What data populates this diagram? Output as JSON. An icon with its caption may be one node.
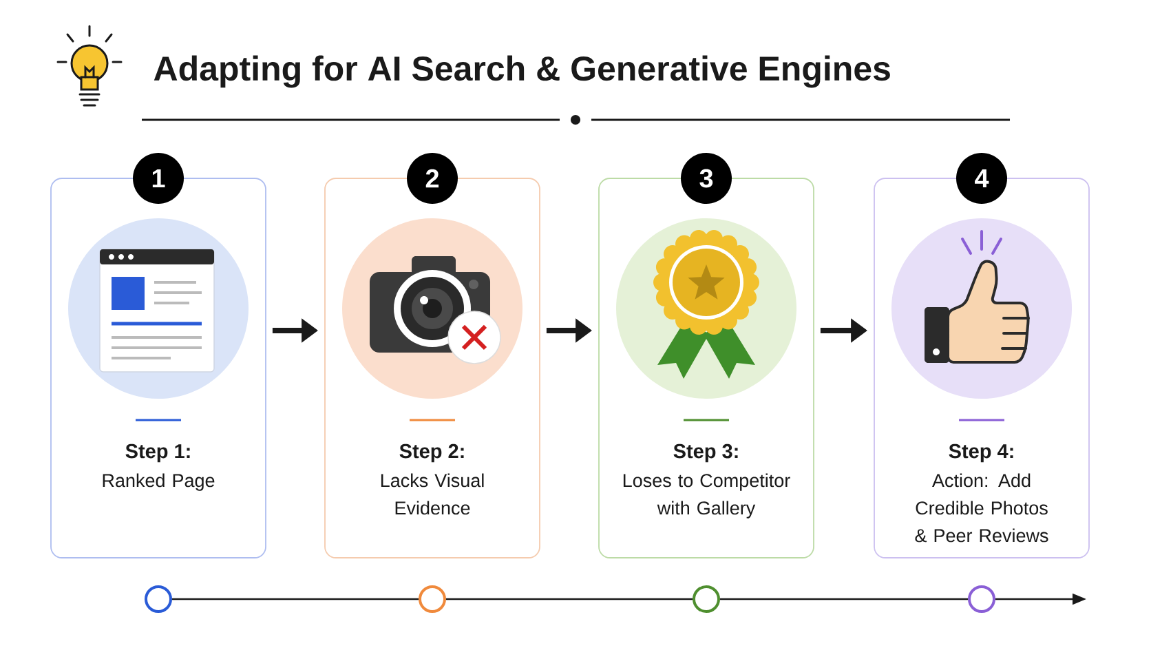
{
  "diagram": {
    "title": "Adapting for AI Search & Generative Engines",
    "nodes": [
      {
        "text": [
          "Step 1:",
          "Ranked Page"
        ]
      },
      {
        "text": [
          "Step 2:",
          "Lacks Visual Evidence"
        ]
      },
      {
        "text": [
          "Step 3:",
          "Loses to Competitor with Gallery"
        ]
      },
      {
        "text": [
          "Step 4:",
          "Action: Add Credible Photos & Peer Reviews"
        ]
      },
      {
        "text": [
          "1"
        ]
      },
      {
        "text": [
          "2"
        ]
      },
      {
        "text": [
          "3"
        ]
      },
      {
        "text": [
          "4"
        ]
      },
      {
        "text": [],
        "shape": "circle"
      },
      {
        "text": [],
        "shape": "circle"
      },
      {
        "text": [],
        "shape": "circle"
      },
      {
        "text": [],
        "shape": "circle"
      }
    ],
    "edges": [
      {
        "from": 0,
        "to": 1,
        "arrow": "to",
        "style": "thick"
      },
      {
        "from": 1,
        "to": 2,
        "arrow": "to",
        "style": "thick"
      },
      {
        "from": 2,
        "to": 3,
        "arrow": "to",
        "style": "thick"
      },
      {
        "from": 8,
        "to": 9,
        "arrow": "none"
      },
      {
        "from": 9,
        "to": 10,
        "arrow": "none"
      },
      {
        "from": 10,
        "to": 11,
        "arrow": "none"
      },
      {
        "from": 11,
        "to": null,
        "arrow": "to"
      }
    ]
  }
}
